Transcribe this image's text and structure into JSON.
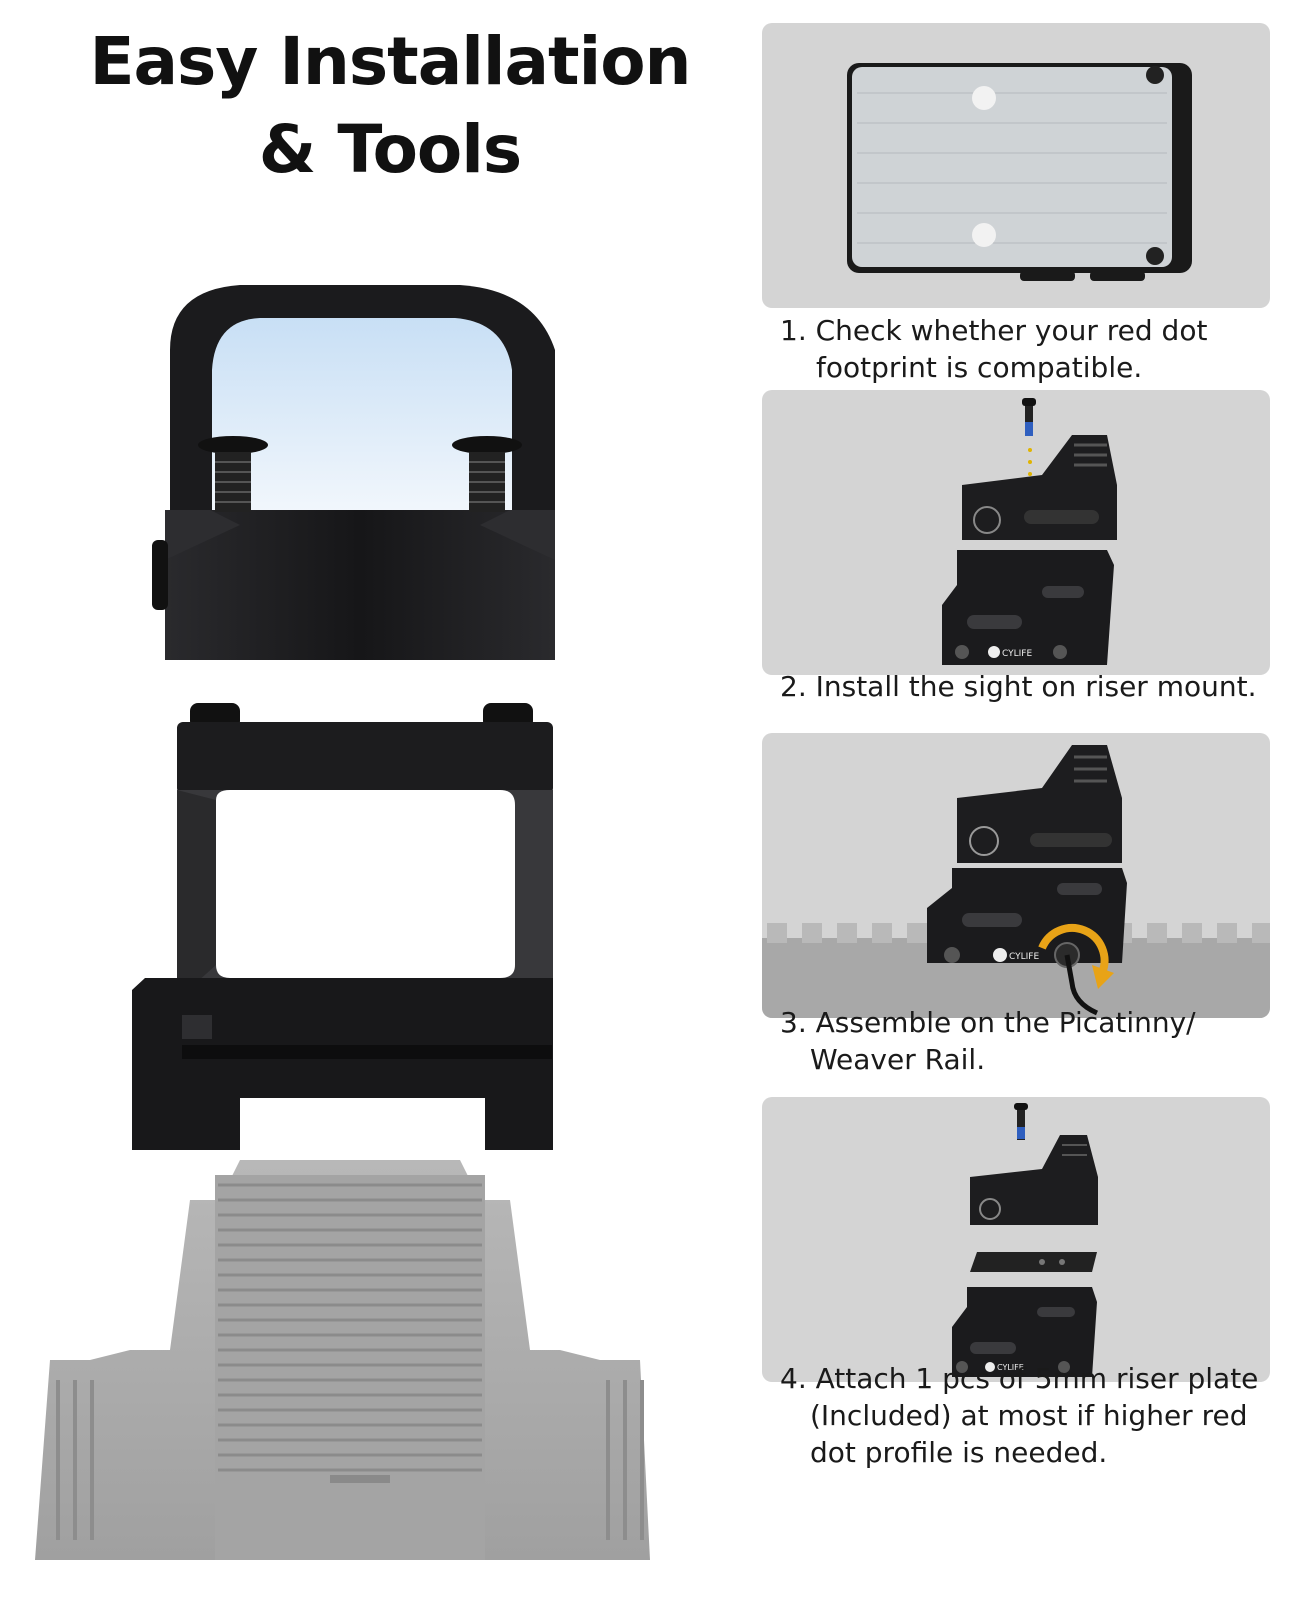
{
  "title": {
    "line1": "Easy Installation",
    "line2": "& Tools"
  },
  "brand": {
    "logo_text": "CYLIFE"
  },
  "steps": [
    {
      "line1": "1. Check whether your red dot",
      "line2": "footprint is compatible."
    },
    {
      "line1": "2. Install the sight on riser mount."
    },
    {
      "line1": "3. Assemble on the Picatinny/",
      "line2": "Weaver Rail."
    },
    {
      "line1": "4. Attach 1 pcs of 5mm riser plate",
      "line2": "(Included) at most if higher red",
      "line3": "dot profile is needed."
    }
  ],
  "colors": {
    "panel_bg": "#d4d4d4",
    "metal": "#1b1b1d",
    "rail_gray": "#a9a9a9",
    "lens": "#dbe9f7",
    "accent_arrow": "#e8a317"
  }
}
